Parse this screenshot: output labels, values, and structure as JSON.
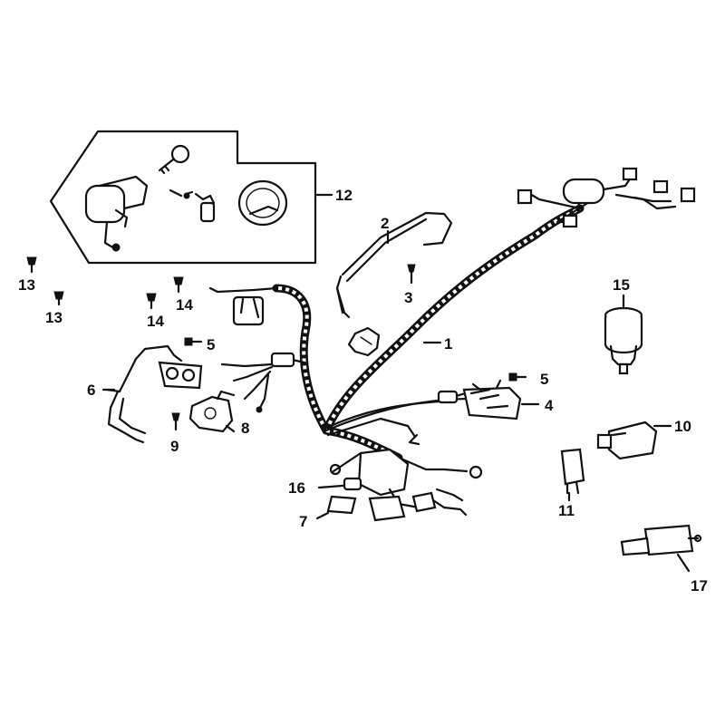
{
  "callouts": {
    "c1": "1",
    "c2": "2",
    "c3": "3",
    "c4": "4",
    "c5a": "5",
    "c5b": "5",
    "c6": "6",
    "c7": "7",
    "c8": "8",
    "c9": "9",
    "c10": "10",
    "c11": "11",
    "c12": "12",
    "c13a": "13",
    "c13b": "13",
    "c14a": "14",
    "c14b": "14",
    "c15": "15",
    "c16": "16",
    "c17": "17"
  }
}
